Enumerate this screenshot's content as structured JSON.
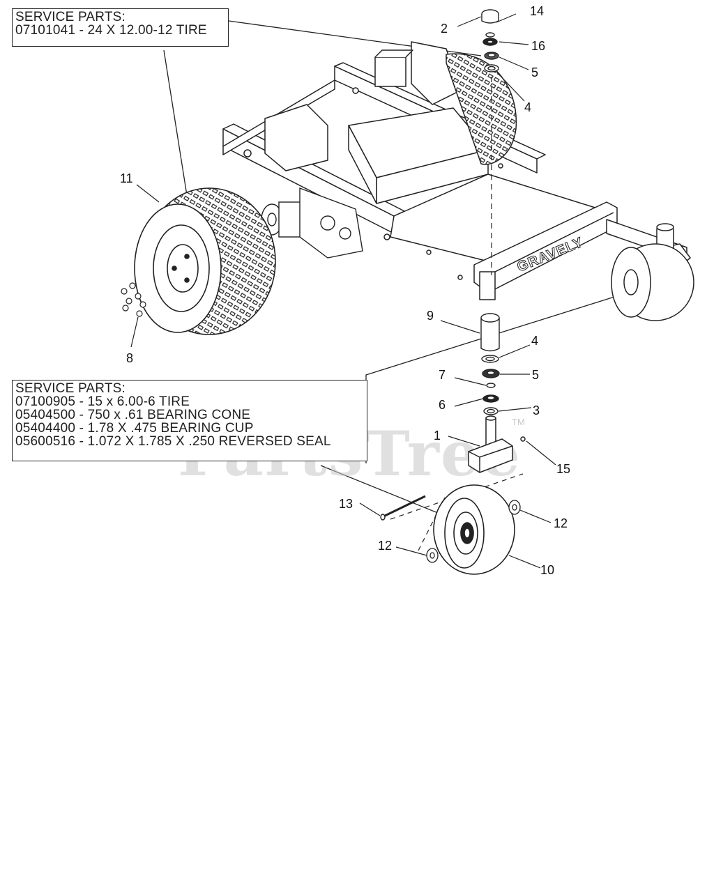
{
  "watermark": {
    "text": "PartsTree",
    "tm": "TM"
  },
  "frame": {
    "brand_text": "GRAVELY"
  },
  "service_box_top": {
    "title": "SERVICE PARTS:",
    "lines": [
      "07101041 - 24 X 12.00-12 TIRE"
    ]
  },
  "service_box_bottom": {
    "title": "SERVICE PARTS:",
    "lines": [
      "07100905 - 15 x 6.00-6 TIRE",
      "05404500 - 750 x .61 BEARING CONE",
      "05404400 - 1.78 X .475 BEARING CUP",
      "05600516 - 1.072 X 1.785 X .250 REVERSED SEAL"
    ]
  },
  "callouts": {
    "c14": "14",
    "c2": "2",
    "c16": "16",
    "c5a": "5",
    "c4a": "4",
    "c11": "11",
    "c8": "8",
    "c9": "9",
    "c4b": "4",
    "c5b": "5",
    "c7": "7",
    "c6": "6",
    "c3": "3",
    "c1": "1",
    "c15": "15",
    "c13": "13",
    "c12a": "12",
    "c12b": "12",
    "c10": "10"
  }
}
